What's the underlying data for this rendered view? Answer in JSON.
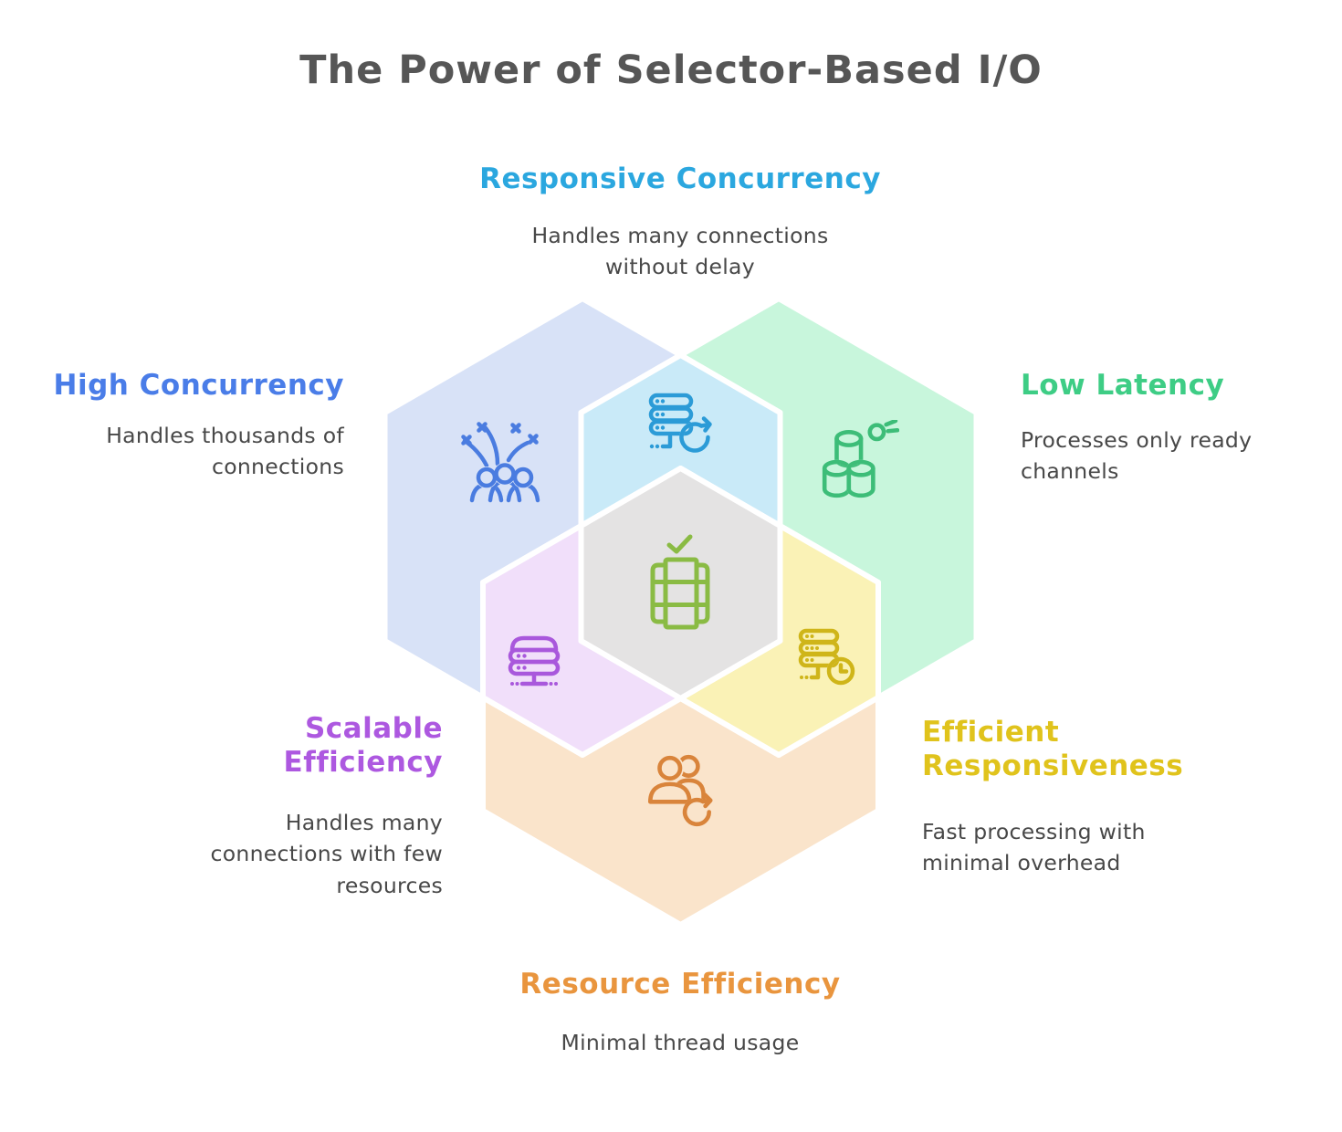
{
  "title": "The Power of Selector-Based I/O",
  "palette": {
    "blue_region": "#d8e2f7",
    "cyan_region": "#c9eaf8",
    "green_region": "#c8f6dc",
    "purple_region": "#f1dffa",
    "yellow_region": "#faf2b6",
    "orange_region": "#fae4cb",
    "gray_region": "#e4e3e3",
    "title_color": "#565656",
    "description_color": "#484848"
  },
  "sections": [
    {
      "label": "Responsive Concurrency",
      "description": "Handles many connections\nwithout delay",
      "color": "#2ba7df",
      "icon": "server-refresh-icon",
      "icon_color": "#2b9bd7"
    },
    {
      "label": "High Concurrency",
      "description": "Handles thousands of\nconnections",
      "color": "#4a7de8",
      "icon": "celebrating-people-icon",
      "icon_color": "#4a7ce0"
    },
    {
      "label": "Low Latency",
      "description": "Processes only ready\nchannels",
      "color": "#3ecd85",
      "icon": "database-stack-icon",
      "icon_color": "#3dbd78"
    },
    {
      "label": "Scalable Efficiency",
      "description": "Handles many\nconnections with few\nresources",
      "color": "#ad58e0",
      "icon": "server-rack-icon",
      "icon_color": "#a958dc"
    },
    {
      "label": "Efficient\nResponsiveness",
      "description": "Fast processing with\nminimal overhead",
      "color": "#e0c31c",
      "icon": "server-clock-icon",
      "icon_color": "#cfb519"
    },
    {
      "label": "Resource Efficiency",
      "description": "Minimal thread usage",
      "color": "#e9953e",
      "icon": "users-refresh-icon",
      "icon_color": "#d9843b"
    }
  ],
  "center": {
    "icon": "table-check-icon",
    "icon_color": "#8abb44"
  }
}
